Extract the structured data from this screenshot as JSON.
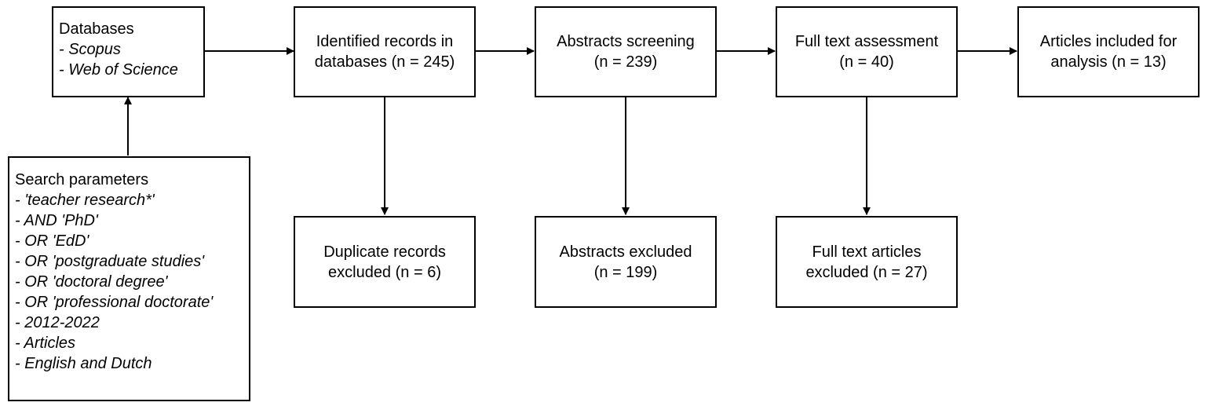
{
  "databases": {
    "title": "Databases",
    "items": [
      "- Scopus",
      "- Web of Science"
    ]
  },
  "search": {
    "title": "Search parameters",
    "items": [
      "- 'teacher research*'",
      "- AND 'PhD'",
      "- OR 'EdD'",
      "- OR 'postgraduate studies'",
      "- OR 'doctoral degree'",
      "- OR 'professional doctorate'",
      "- 2012-2022",
      "- Articles",
      "- English and Dutch"
    ]
  },
  "identified": {
    "line1": "Identified records in",
    "line2": "databases (n = 245)"
  },
  "screening": {
    "line1": "Abstracts screening",
    "line2": "(n = 239)"
  },
  "fulltext": {
    "line1": "Full text assessment",
    "line2": "(n = 40)"
  },
  "included": {
    "line1": "Articles included for",
    "line2": "analysis (n = 13)"
  },
  "duplicates": {
    "line1": "Duplicate records",
    "line2": "excluded (n = 6)"
  },
  "abstracts_excluded": {
    "line1": "Abstracts excluded",
    "line2": "(n = 199)"
  },
  "fulltext_excluded": {
    "line1": "Full text articles",
    "line2": "excluded (n = 27)"
  },
  "colors": {
    "stroke": "#000000",
    "background": "#ffffff"
  }
}
